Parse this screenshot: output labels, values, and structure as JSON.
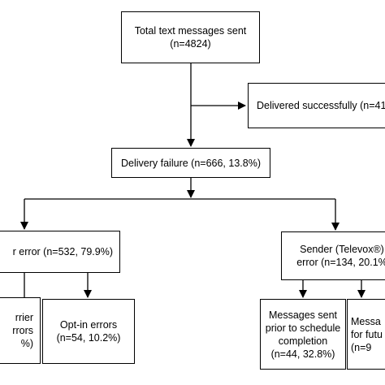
{
  "nodes": {
    "total": [
      "Total text messages sent",
      "(n=4824)"
    ],
    "delivered": [
      "Delivered successfully  (n=41"
    ],
    "failure": [
      "Delivery failure (n=666, 13.8%)"
    ],
    "carrier_error": [
      "r error (n=532, 79.9%)"
    ],
    "sender_error": [
      "Sender (Televox®)",
      "error (n=134, 20.1%"
    ],
    "carrier_errors": [
      "rrier",
      "rrors",
      "%)"
    ],
    "optin": [
      "Opt-in errors",
      "(n=54, 10.2%)"
    ],
    "prior": [
      "Messages sent",
      "prior to schedule",
      "completion",
      "(n=44, 32.8%)"
    ],
    "future": [
      "Messa",
      "for futu",
      "(n=9"
    ]
  }
}
